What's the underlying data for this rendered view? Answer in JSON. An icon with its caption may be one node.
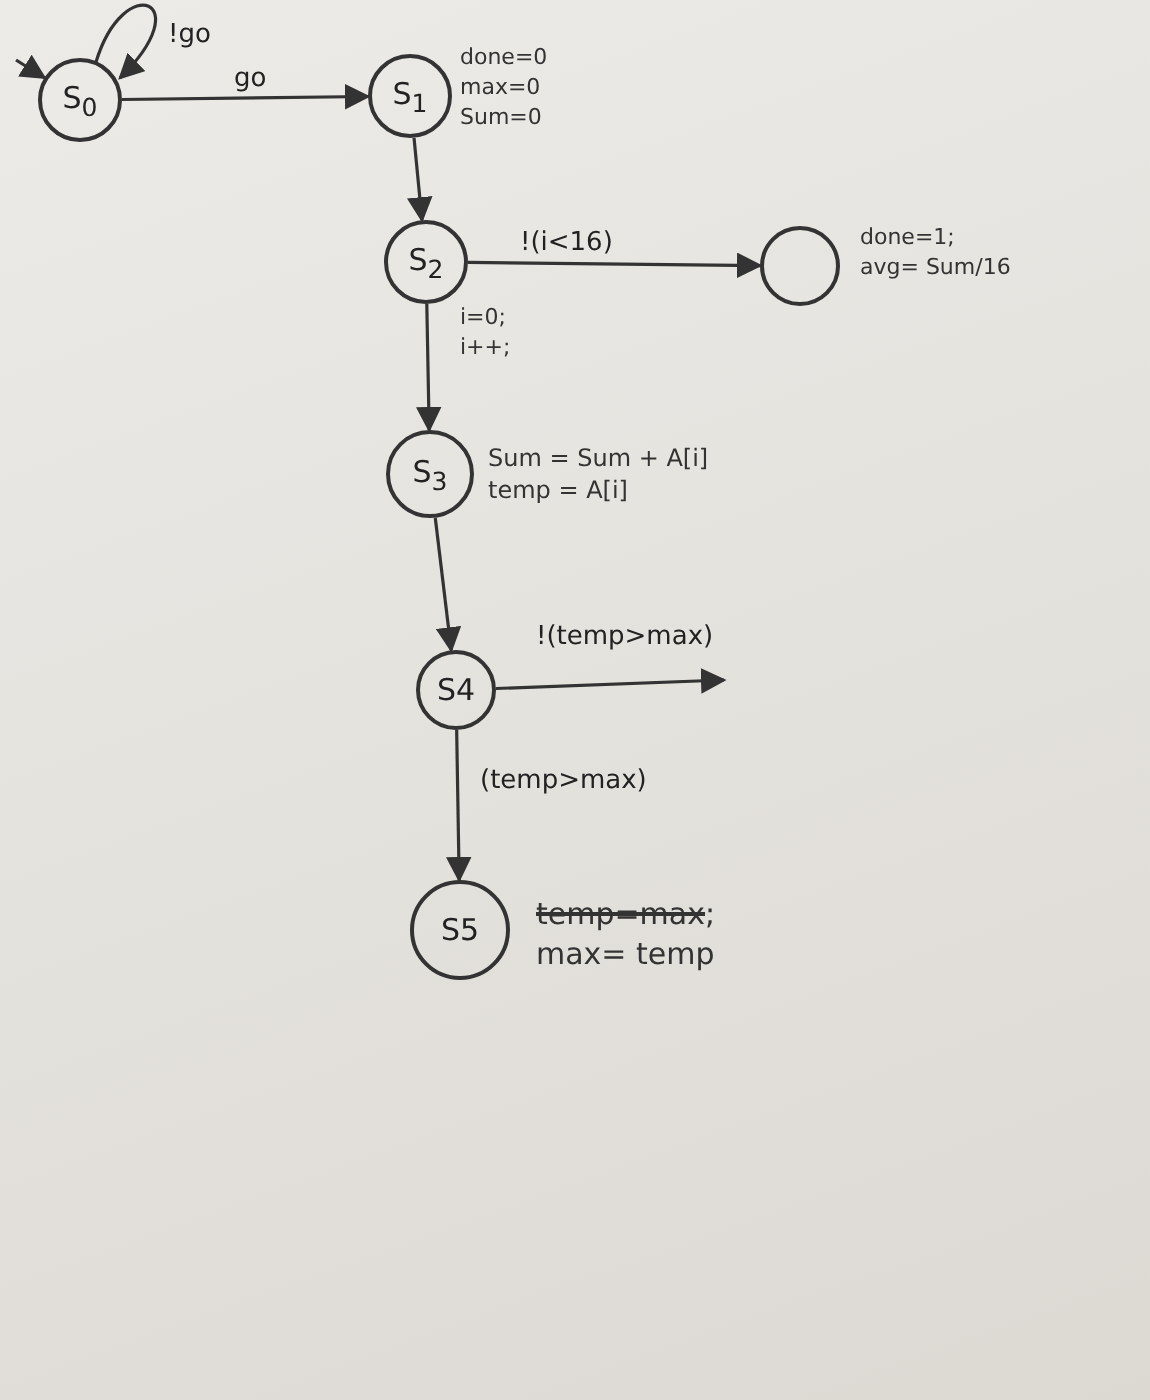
{
  "diagram": {
    "nodes": [
      {
        "text": [
          "S$_{0}$"
        ]
      },
      {
        "text": [
          "S$_{1}$"
        ],
        "beside": [
          "done=0",
          "max=0",
          "Sum=0"
        ]
      },
      {
        "text": [
          "S$_{2}$"
        ],
        "beside": [
          "i=0;",
          "i++;"
        ]
      },
      {
        "text": [],
        "shape": "circle",
        "beside": [
          "done=1;",
          "avg= Sum/16"
        ]
      },
      {
        "text": [
          "S$_{3}$"
        ],
        "beside": [
          "Sum = Sum + A[i]",
          "temp = A[i]"
        ]
      },
      {
        "text": [
          "S4"
        ]
      },
      {
        "text": [
          "S5"
        ],
        "beside": [
          "temp=max",
          ";",
          "max= temp"
        ]
      }
    ],
    "edges": [
      {
        "from": null,
        "to": 0,
        "arrow": "to"
      },
      {
        "from": 0,
        "to": 0,
        "arrow": "to",
        "label": "!go"
      },
      {
        "from": 0,
        "to": 1,
        "arrow": "to",
        "label": "go"
      },
      {
        "from": 1,
        "to": 2,
        "arrow": "to"
      },
      {
        "from": 2,
        "to": 3,
        "arrow": "to",
        "label": "!(i<16)"
      },
      {
        "from": 2,
        "to": 4,
        "arrow": "to"
      },
      {
        "from": 4,
        "to": 5,
        "arrow": "to"
      },
      {
        "from": 5,
        "to": null,
        "arrow": "to",
        "label": "!(temp>max)"
      },
      {
        "from": 5,
        "to": 6,
        "arrow": "to",
        "label": "(temp>max)"
      }
    ]
  }
}
